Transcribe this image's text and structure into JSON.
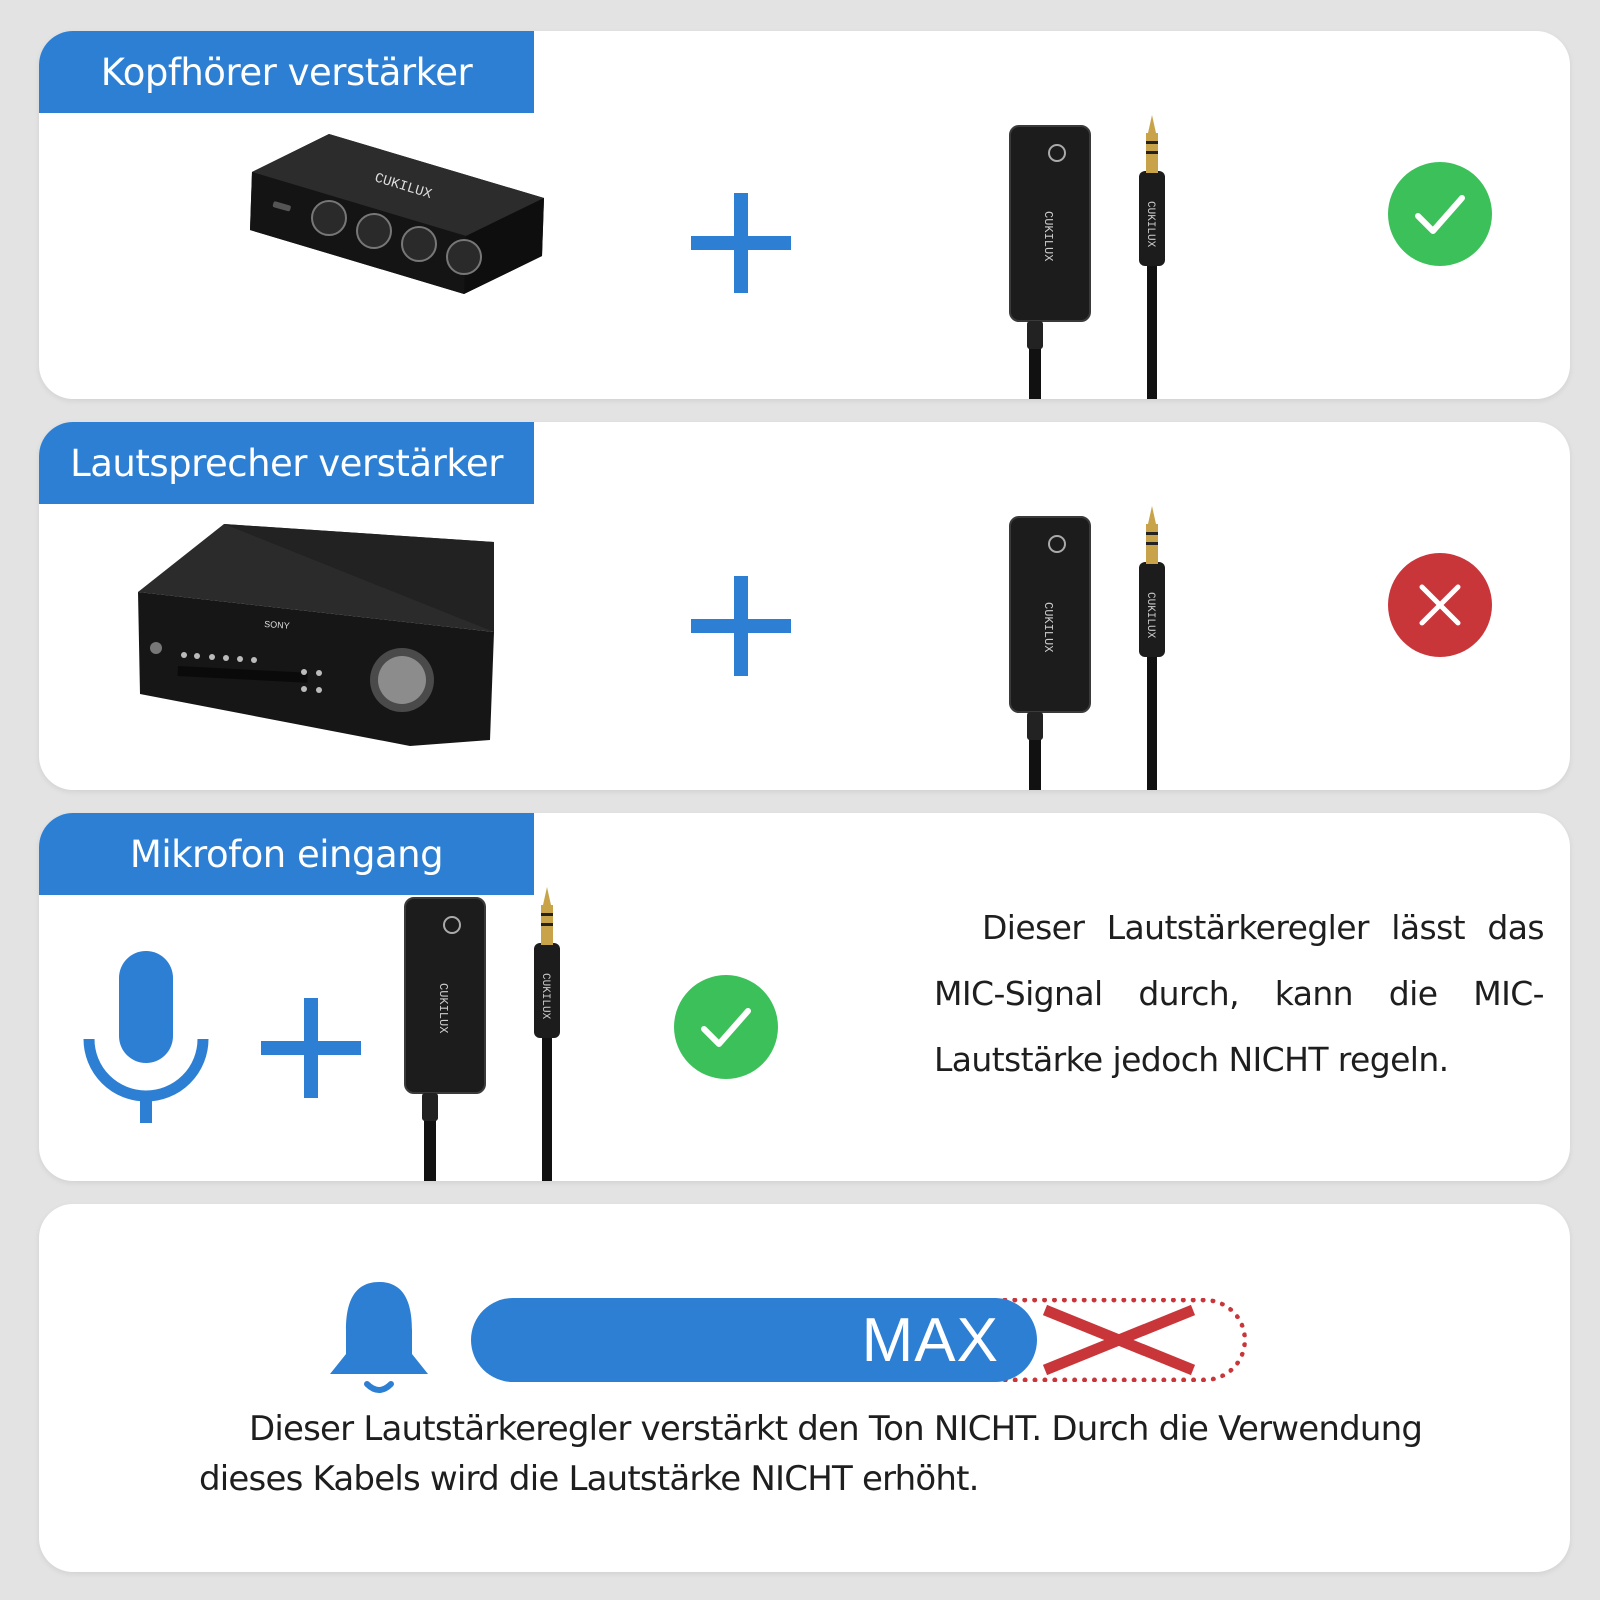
{
  "sections": [
    {
      "label": "Kopfhörer verstärker",
      "result": "compatible"
    },
    {
      "label": "Lautsprecher verstärker",
      "result": "incompatible"
    },
    {
      "label": "Mikrofon eingang",
      "result": "compatible",
      "description": "Dieser Lautstärkeregler lässt das MIC-Signal durch, kann die MIC-Lautstärke jedoch NICHT regeln."
    }
  ],
  "volume_note": {
    "bar_label": "MAX",
    "bar_fill_fraction": 0.73,
    "text": "Dieser Lautstärkeregler verstärkt den Ton NICHT. Durch die Verwendung dieses Kabels wird die Lautstärke NICHT erhöht."
  },
  "brand": {
    "product_logo": "CUKILUX",
    "amp_brand": "SONY"
  },
  "icons": {
    "check": "check-icon",
    "cross": "cross-icon",
    "microphone": "microphone-icon",
    "bell": "bell-icon"
  },
  "colors": {
    "accent_blue": "#2d7fd4",
    "ok_green": "#3cc05a",
    "no_red": "#c9363a",
    "background": "#e3e3e3"
  }
}
